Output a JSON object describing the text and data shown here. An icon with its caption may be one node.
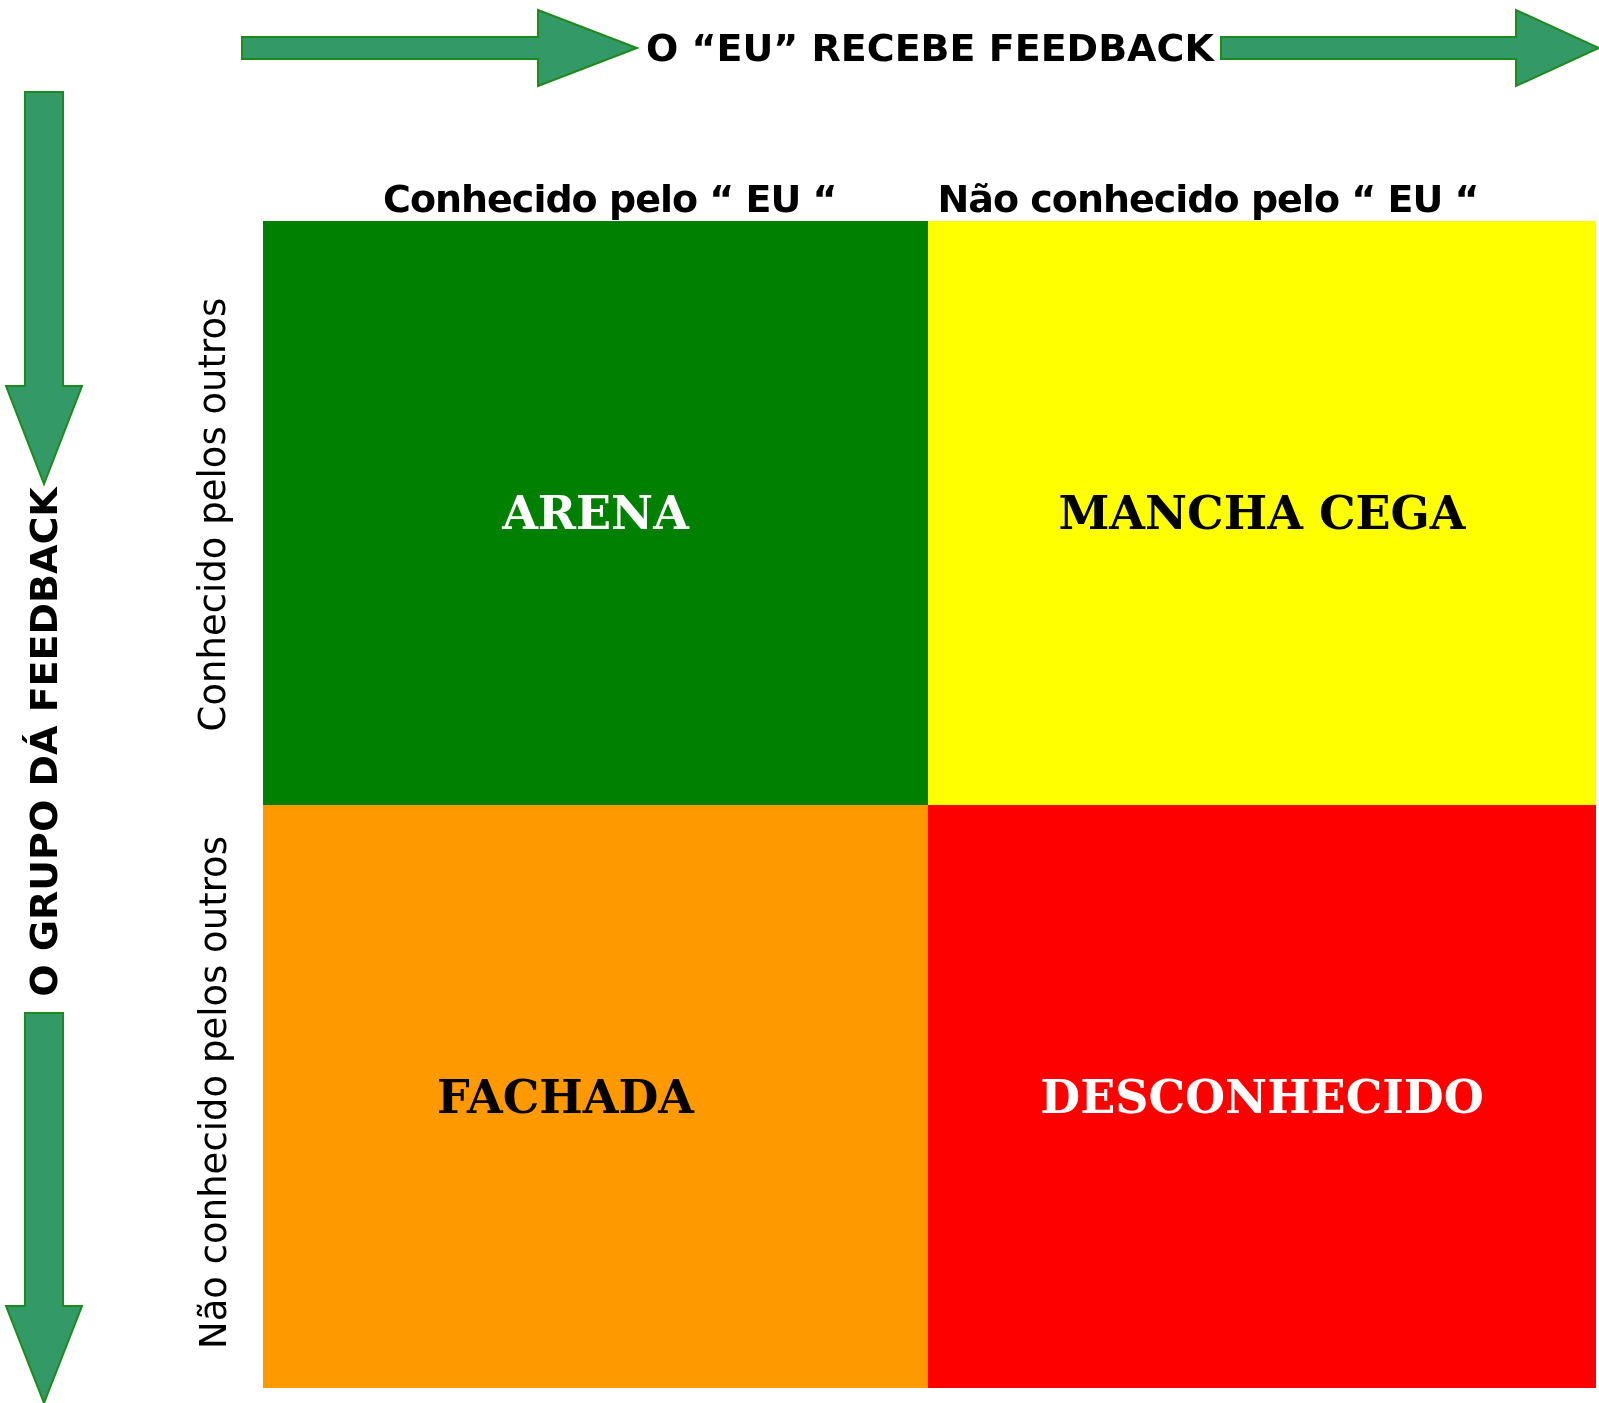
{
  "diagram": {
    "nodes": [
      {
        "text": [
          "ARENA"
        ]
      },
      {
        "text": [
          "MANCHA CEGA"
        ]
      },
      {
        "text": [
          "FACHADA"
        ]
      },
      {
        "text": [
          "DESCONHECIDO"
        ]
      }
    ],
    "labels": [
      "O “EU” RECEBE FEEDBACK",
      "Conhecido pelo “ EU “",
      "Não conhecido pelo “ EU “",
      "O GRUPO DÁ FEEDBACK",
      "Conhecido pelos outros",
      "Não conhecido pelos outros"
    ]
  }
}
